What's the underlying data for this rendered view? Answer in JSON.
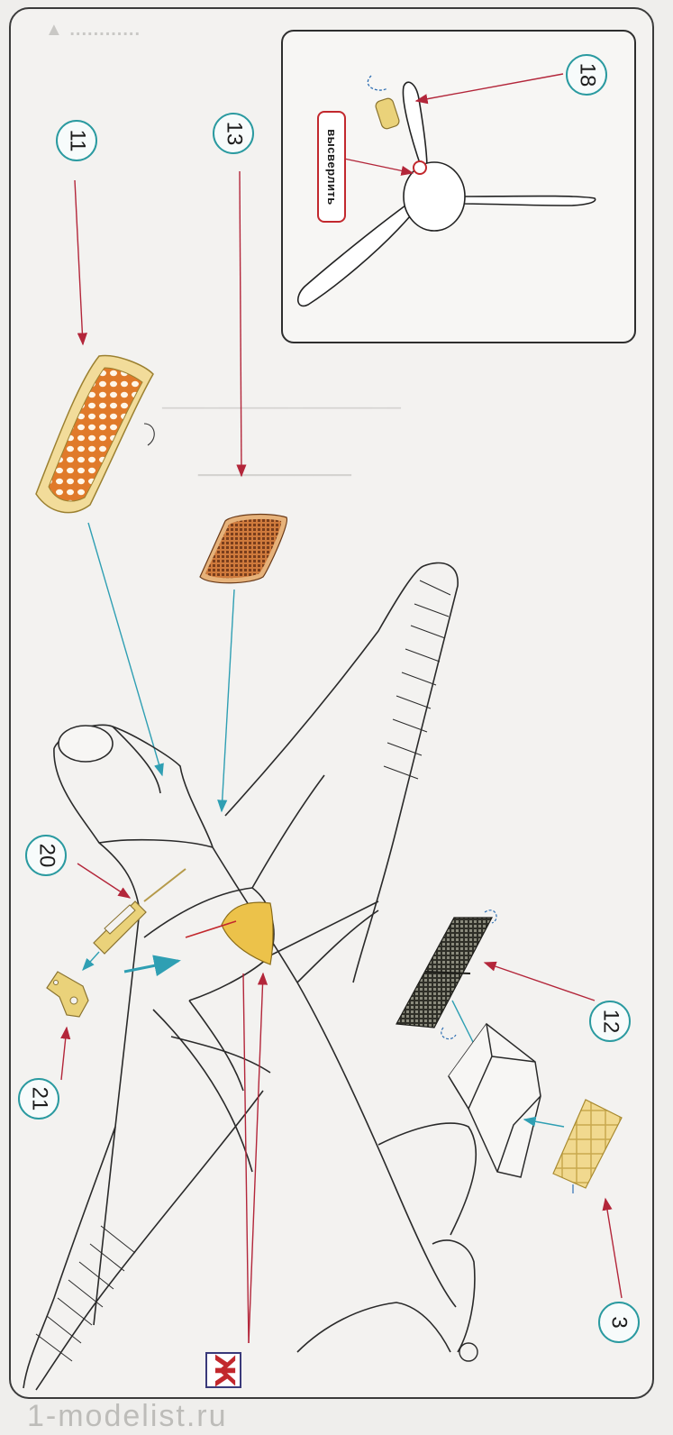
{
  "callouts": {
    "c18": "18",
    "c11": "11",
    "c13": "13",
    "c20": "20",
    "c21": "21",
    "c12": "12",
    "c3": "3"
  },
  "drill_label": "высверлить",
  "step_letter": "Ж",
  "watermark": "1-modelist.ru",
  "colors": {
    "callout_ring": "#2a9aa0",
    "arrow_red": "#b3263a",
    "arrow_teal": "#2f9fb3",
    "brass": "#e8d08a",
    "orange_mesh": "#e07a2a",
    "dark_mesh": "#3a3a30",
    "drill_highlight": "#c2282d"
  }
}
